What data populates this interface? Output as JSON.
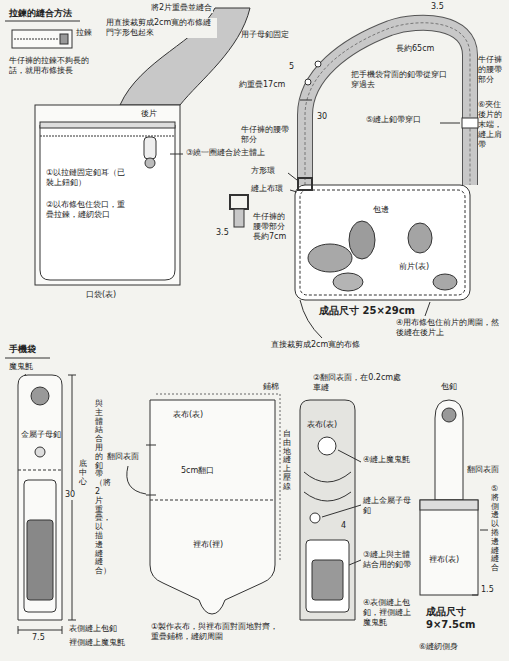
{
  "diagram": {
    "labels": [
      "拉鍊的縫合方法",
      "將2片重疊並縫合",
      "用直接裁剪成2cm寬的布條縫門字形包起來",
      "拉鍊",
      "牛仔褲的拉鍊不夠長的話，就用布條接長",
      "後片",
      "①以拉鏈固定釦耳（已裝上鈕釦）",
      "②以布條包住袋口，重疊拉鍊，縫紉袋口",
      "③繞一圈縫合於主體上",
      "口袋(表)",
      "用子母釦固定",
      "3.5",
      "長約65cm",
      "牛仔褲的腰帶部分",
      "5",
      "約重疊17cm",
      "30",
      "牛仔褲的腰帶部分",
      "把手機袋背面的釦帶從穿口穿過去",
      "⑥夾住後片的末端，縫上肩帶",
      "⑤縫上釦帶穿口",
      "方形環",
      "縫上布環",
      "包邊",
      "前片(表)",
      "3.5",
      "牛仔褲的腰帶部分長約7cm",
      "成品尺寸 25×29cm",
      "直接裁剪成2cm寬的布條",
      "④用布條包住前片的周圍，然後縫在後片上",
      "手機袋",
      "魔鬼氈",
      "金屬子母釦",
      "底中心",
      "30",
      "與主體結合用的釦帶（將2片重疊，以描邊縫縫合）",
      "7.5",
      "表側縫上包釦",
      "裡側縫上魔鬼氈",
      "表布(表)",
      "鋪棉",
      "翻回表面",
      "5cm翻口",
      "裡布(裡)",
      "①製作表布，與裡布面對面地對齊，重疊鋪棉，縫紉周圍",
      "②翻回表面，在0.2cm處車縫",
      "表布(表)",
      "④縫上魔鬼氈",
      "自由地縫上壓線",
      "縫上金屬子母釦",
      "4",
      "③縫上與主體結合用的釦帶",
      "④表側縫上包釦，裡側縫上魔鬼氈",
      "包釦",
      "翻回表面",
      "⑤將側邊以捲邊縫縫合",
      "裡布(表)",
      "1.5",
      "⑥縫紉側身",
      "成品尺寸 9×7.5cm"
    ]
  }
}
